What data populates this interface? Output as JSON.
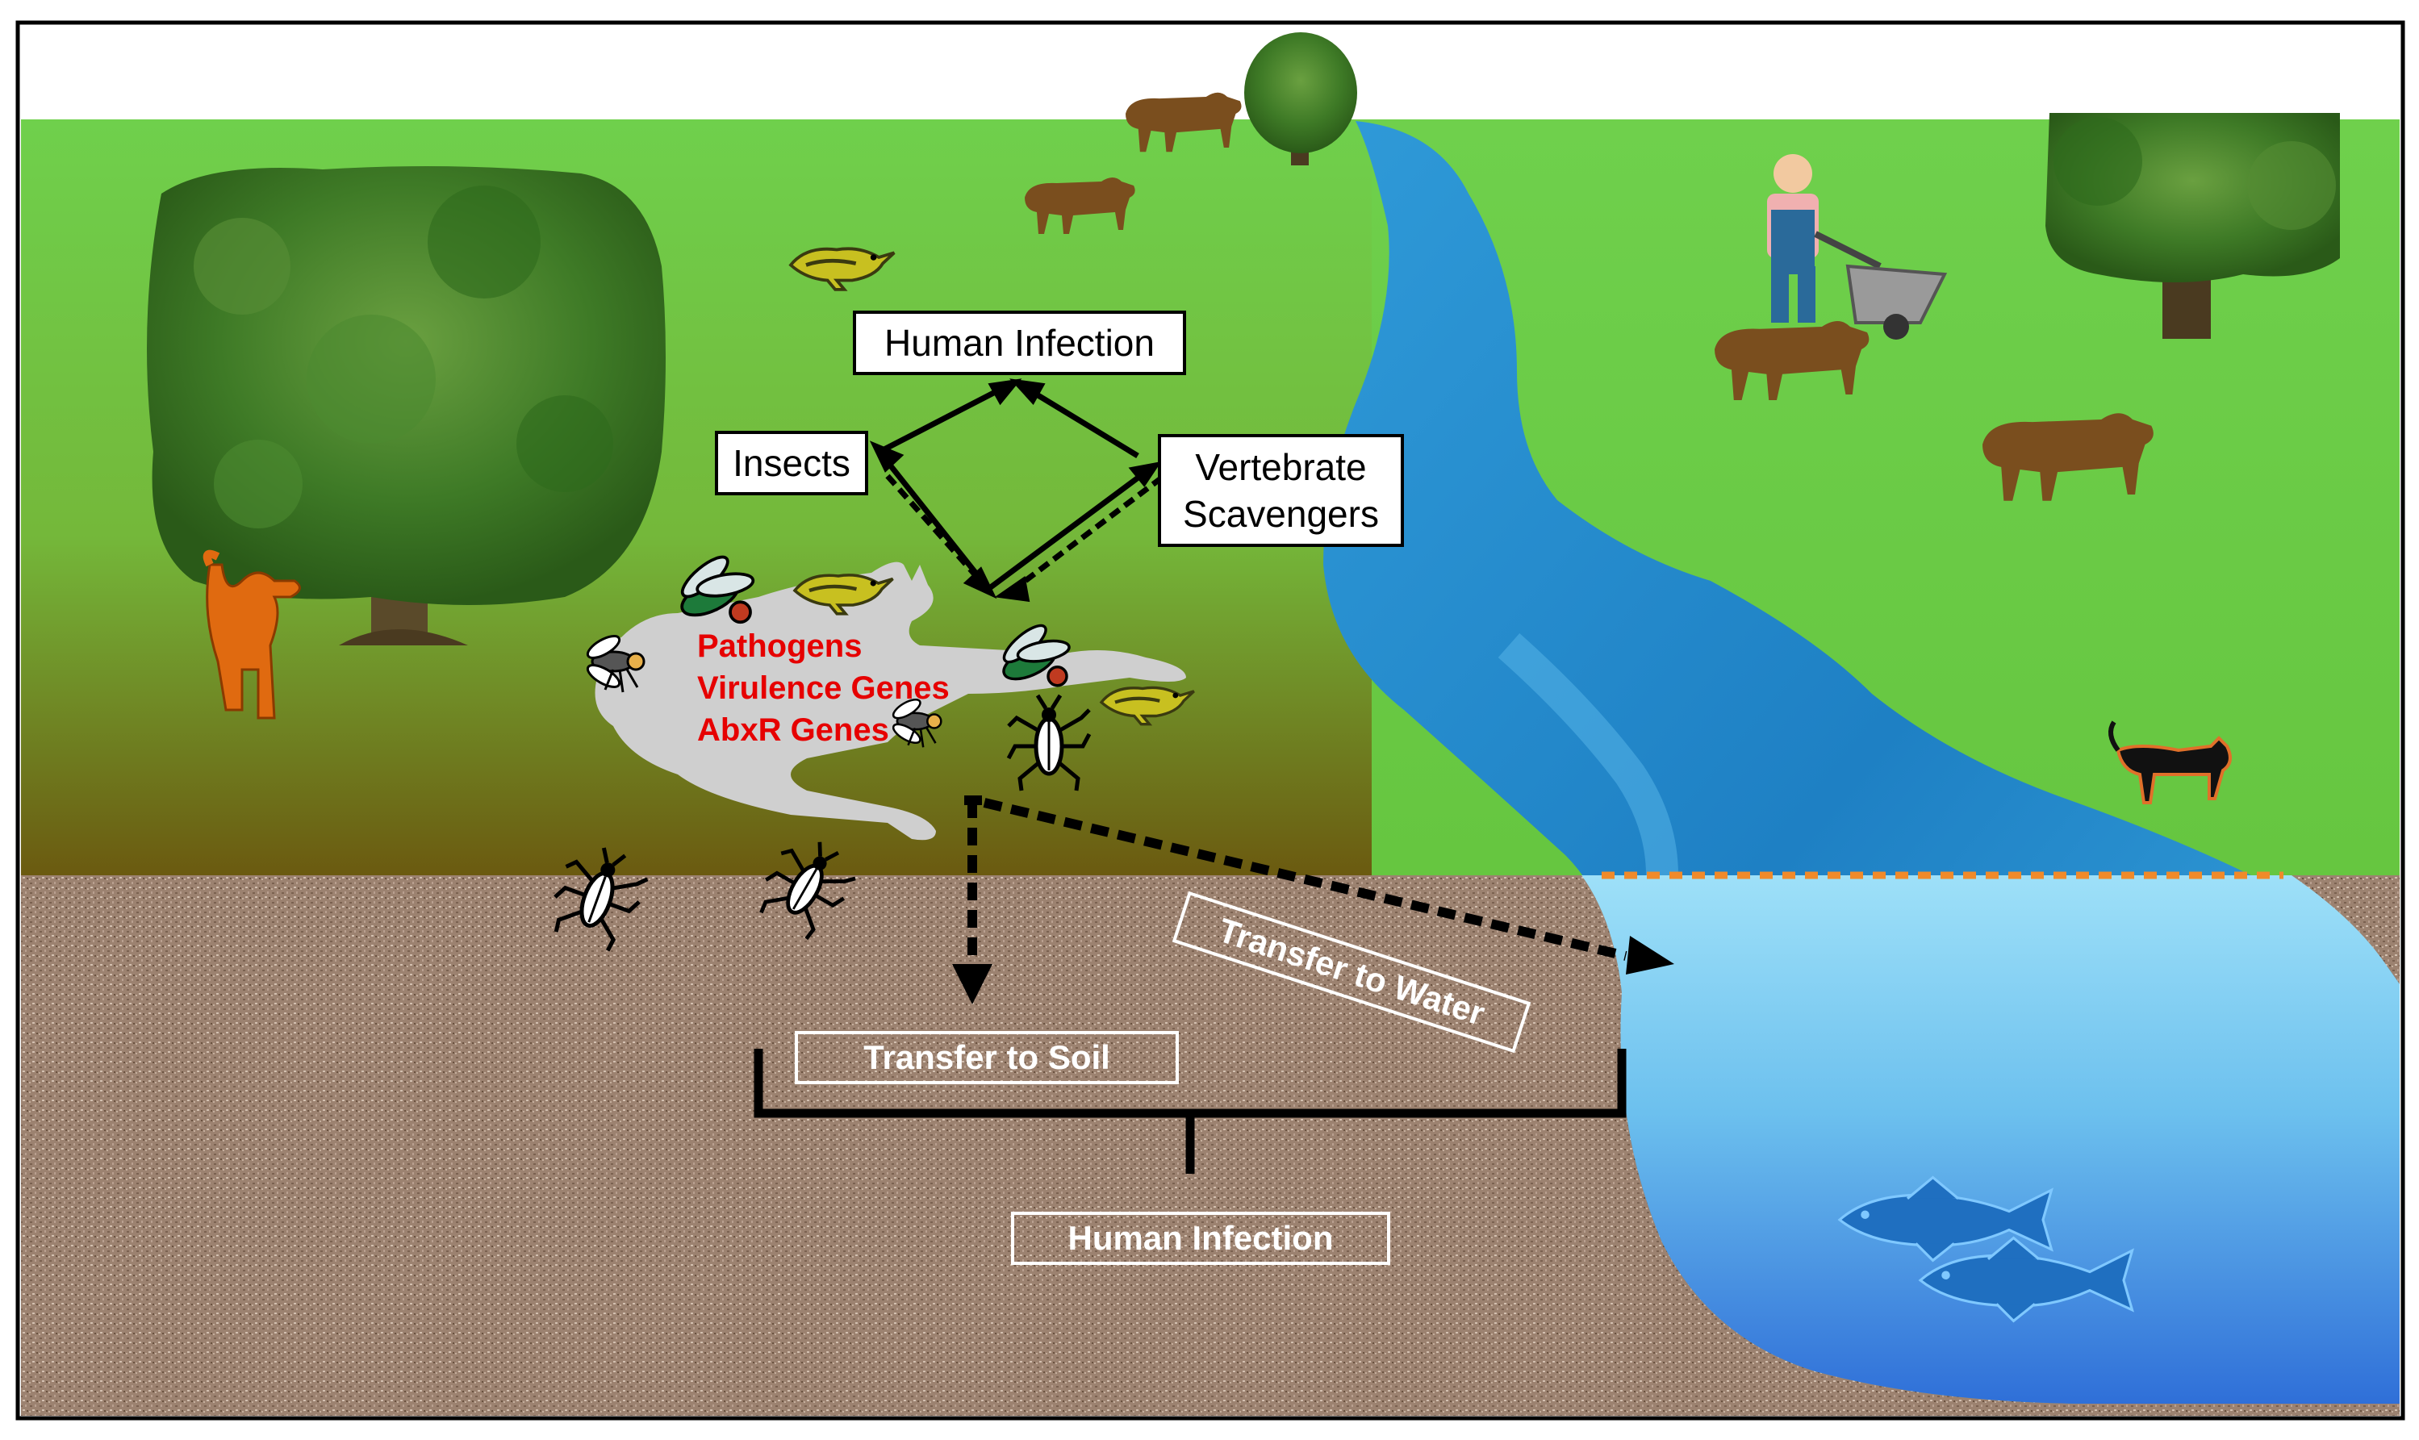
{
  "labels": {
    "human_infection_top": "Human Infection",
    "insects": "Insects",
    "vertebrate_scavengers_line1": "Vertebrate",
    "vertebrate_scavengers_line2": "Scavengers",
    "pathogens": "Pathogens",
    "virulence_genes": "Virulence Genes",
    "abxr_genes": "AbxR Genes",
    "transfer_to_soil": "Transfer to Soil",
    "transfer_to_water": "Transfer to Water",
    "human_infection_bottom": "Human Infection"
  },
  "colors": {
    "grass": "#6ecb48",
    "grass_dark": "#6a6a1a",
    "soil": "#9c8270",
    "water": "#1e88c8",
    "water_light": "#8fd8f5",
    "tree_foliage": "#3f7a25",
    "tree_trunk": "#5a4a2a",
    "cow": "#7a4e1e",
    "bird": "#c8c020",
    "dog": "#e06a10",
    "fish": "#1f6fc0",
    "body": "#cfcfcf",
    "water_line": "#f08a2a",
    "text_red": "#e60000"
  },
  "icons": [
    "tree-icon",
    "cow-icon",
    "bird-icon",
    "fly-icon",
    "beetle-icon",
    "dog-icon",
    "cat-icon",
    "fish-icon",
    "farmer-icon",
    "human-body-icon"
  ]
}
